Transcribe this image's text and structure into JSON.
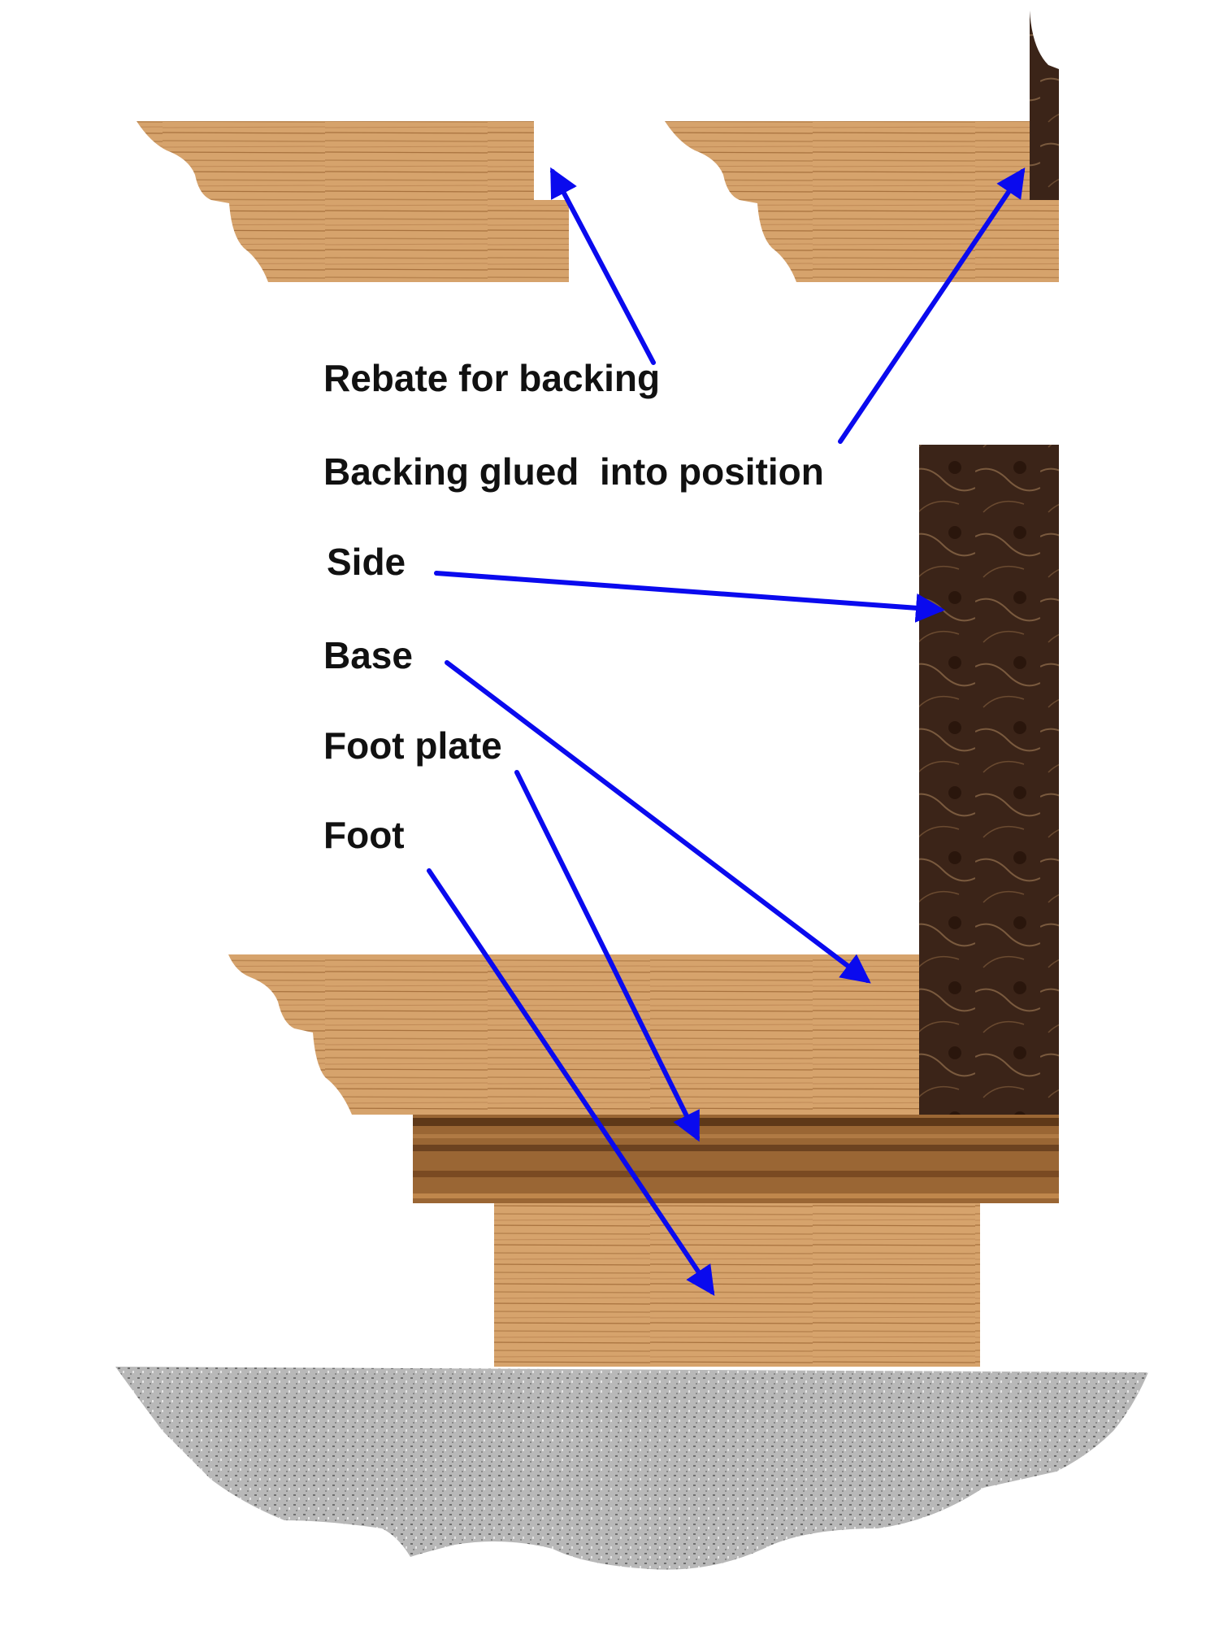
{
  "labels": {
    "rebate": "Rebate for backing",
    "backing": "Backing glued  into position",
    "side": "Side",
    "base": "Base",
    "foot_plate": "Foot plate",
    "foot": "Foot"
  },
  "colors": {
    "arrow": "#0a0aee",
    "oak": "#d6a36c",
    "oak_grain": "#b07844",
    "dark_panel": "#3b2418",
    "foot_plate": "#8e5a2c",
    "stone": "#b4b4b4"
  }
}
